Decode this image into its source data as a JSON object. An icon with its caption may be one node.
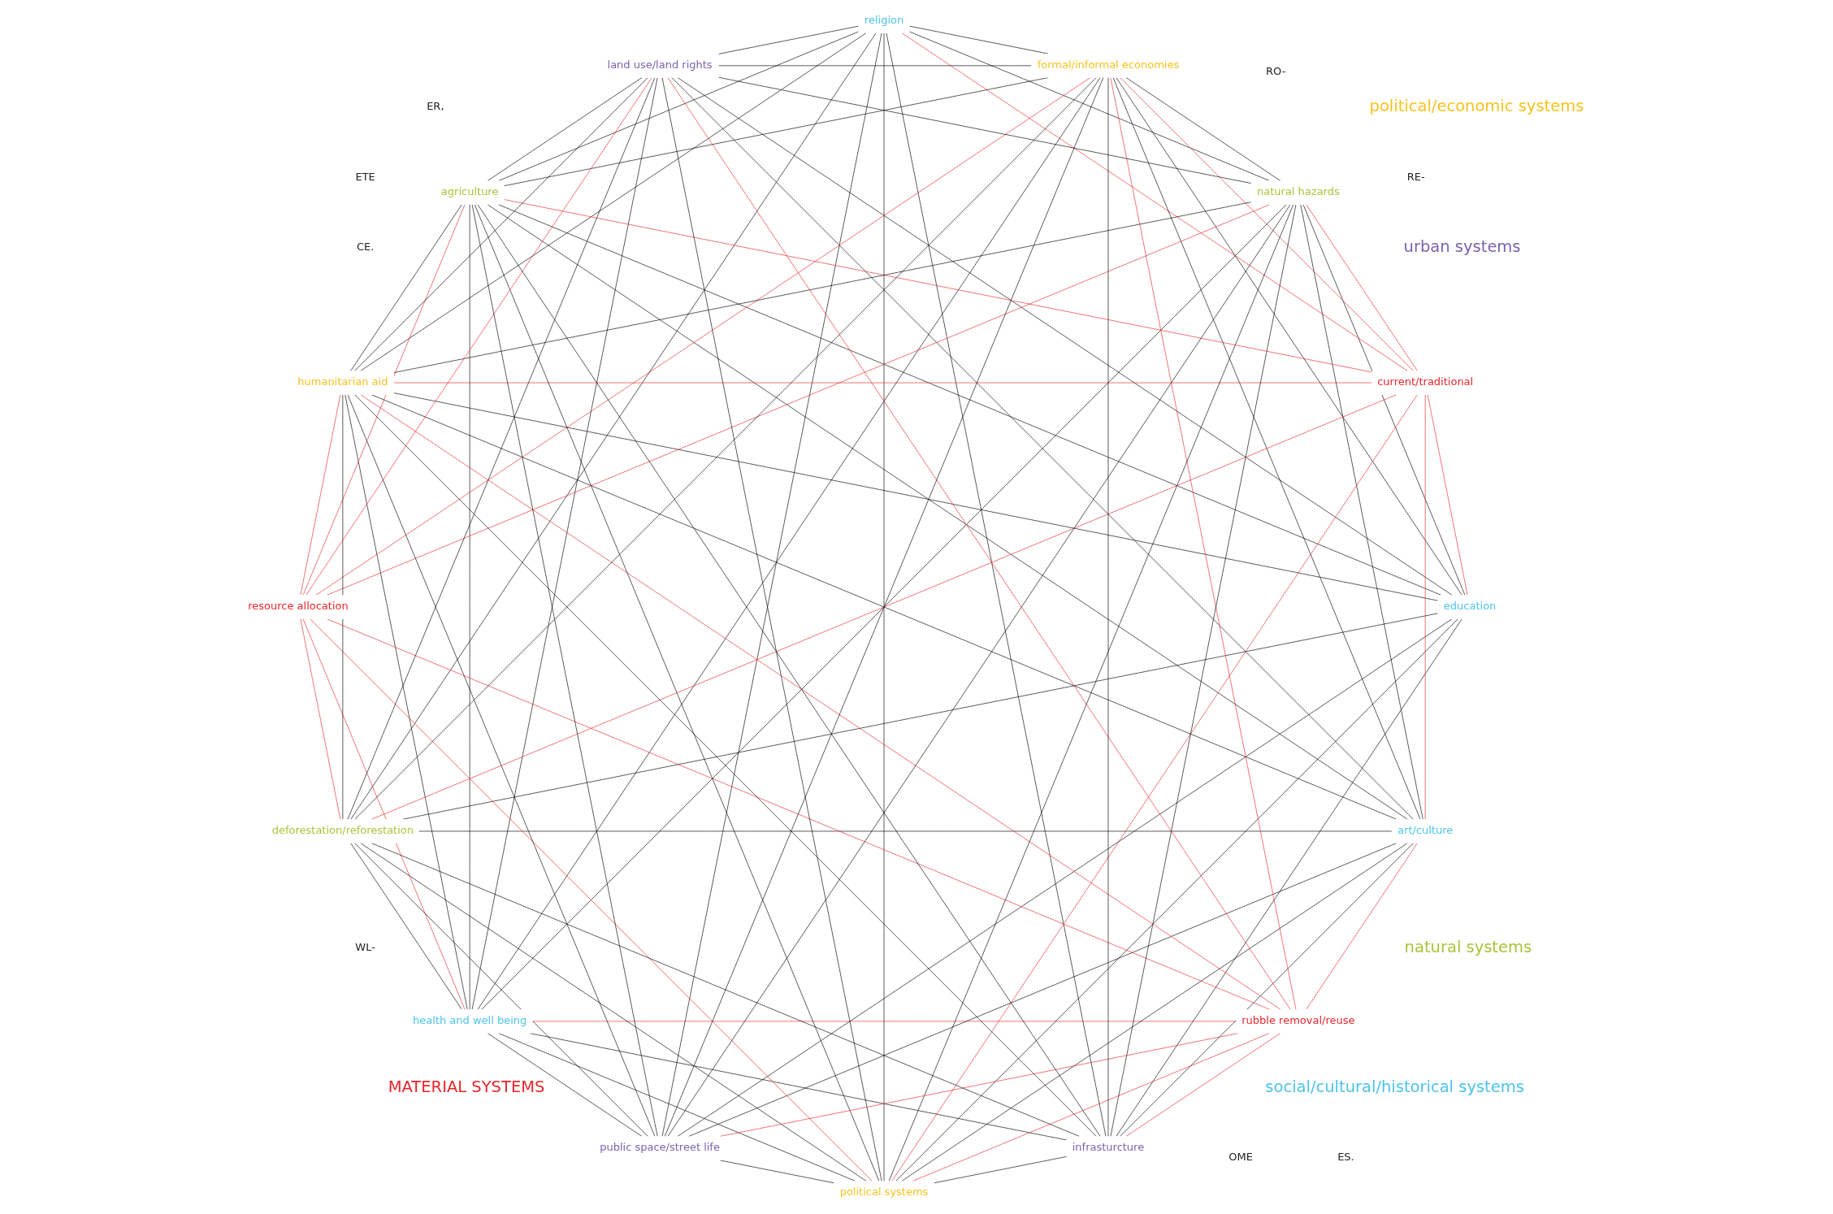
{
  "diagram": {
    "nodes": [
      {
        "text": [
          "health and well being"
        ]
      },
      {
        "text": [
          "education"
        ]
      },
      {
        "text": [
          "religion"
        ]
      },
      {
        "text": [
          "art/culture"
        ]
      },
      {
        "text": [
          "current/traditional"
        ]
      },
      {
        "text": [
          "resource allocation"
        ]
      },
      {
        "text": [
          "natural hazards"
        ]
      },
      {
        "text": [
          "agriculture"
        ]
      },
      {
        "text": [
          "deforestation/reforestation"
        ]
      },
      {
        "text": [
          "rubble removal/reuse"
        ]
      },
      {
        "text": [
          "land use/land rights"
        ]
      },
      {
        "text": [
          "public space/street life"
        ]
      },
      {
        "text": [
          "infrasturcture"
        ]
      },
      {
        "text": [
          "formal/informal economies"
        ]
      },
      {
        "text": [
          "humanitarian aid"
        ]
      },
      {
        "text": [
          "political systems"
        ]
      }
    ],
    "edges": [
      {
        "from": 0,
        "to": 6,
        "arrow": "none"
      },
      {
        "from": 0,
        "to": 7,
        "arrow": "none"
      },
      {
        "from": 0,
        "to": 8,
        "arrow": "none"
      },
      {
        "from": 1,
        "to": 6,
        "arrow": "none"
      },
      {
        "from": 1,
        "to": 7,
        "arrow": "none"
      },
      {
        "from": 1,
        "to": 8,
        "arrow": "none"
      },
      {
        "from": 2,
        "to": 6,
        "arrow": "none"
      },
      {
        "from": 2,
        "to": 7,
        "arrow": "none"
      },
      {
        "from": 2,
        "to": 8,
        "arrow": "none"
      },
      {
        "from": 3,
        "to": 6,
        "arrow": "none"
      },
      {
        "from": 3,
        "to": 7,
        "arrow": "none"
      },
      {
        "from": 3,
        "to": 8,
        "arrow": "none"
      },
      {
        "from": 0,
        "to": 10,
        "arrow": "none"
      },
      {
        "from": 0,
        "to": 11,
        "arrow": "none"
      },
      {
        "from": 0,
        "to": 12,
        "arrow": "none"
      },
      {
        "from": 1,
        "to": 10,
        "arrow": "none"
      },
      {
        "from": 1,
        "to": 11,
        "arrow": "none"
      },
      {
        "from": 1,
        "to": 12,
        "arrow": "none"
      },
      {
        "from": 2,
        "to": 10,
        "arrow": "none"
      },
      {
        "from": 2,
        "to": 11,
        "arrow": "none"
      },
      {
        "from": 2,
        "to": 12,
        "arrow": "none"
      },
      {
        "from": 3,
        "to": 10,
        "arrow": "none"
      },
      {
        "from": 3,
        "to": 11,
        "arrow": "none"
      },
      {
        "from": 3,
        "to": 12,
        "arrow": "none"
      },
      {
        "from": 0,
        "to": 13,
        "arrow": "none"
      },
      {
        "from": 0,
        "to": 14,
        "arrow": "none"
      },
      {
        "from": 0,
        "to": 15,
        "arrow": "none"
      },
      {
        "from": 1,
        "to": 13,
        "arrow": "none"
      },
      {
        "from": 1,
        "to": 14,
        "arrow": "none"
      },
      {
        "from": 1,
        "to": 15,
        "arrow": "none"
      },
      {
        "from": 2,
        "to": 13,
        "arrow": "none"
      },
      {
        "from": 2,
        "to": 14,
        "arrow": "none"
      },
      {
        "from": 2,
        "to": 15,
        "arrow": "none"
      },
      {
        "from": 3,
        "to": 13,
        "arrow": "none"
      },
      {
        "from": 3,
        "to": 14,
        "arrow": "none"
      },
      {
        "from": 3,
        "to": 15,
        "arrow": "none"
      },
      {
        "from": 10,
        "to": 6,
        "arrow": "none"
      },
      {
        "from": 10,
        "to": 7,
        "arrow": "none"
      },
      {
        "from": 10,
        "to": 8,
        "arrow": "none"
      },
      {
        "from": 11,
        "to": 6,
        "arrow": "none"
      },
      {
        "from": 11,
        "to": 7,
        "arrow": "none"
      },
      {
        "from": 11,
        "to": 8,
        "arrow": "none"
      },
      {
        "from": 12,
        "to": 6,
        "arrow": "none"
      },
      {
        "from": 12,
        "to": 7,
        "arrow": "none"
      },
      {
        "from": 12,
        "to": 8,
        "arrow": "none"
      },
      {
        "from": 10,
        "to": 13,
        "arrow": "none"
      },
      {
        "from": 10,
        "to": 14,
        "arrow": "none"
      },
      {
        "from": 10,
        "to": 15,
        "arrow": "none"
      },
      {
        "from": 11,
        "to": 13,
        "arrow": "none"
      },
      {
        "from": 11,
        "to": 14,
        "arrow": "none"
      },
      {
        "from": 11,
        "to": 15,
        "arrow": "none"
      },
      {
        "from": 12,
        "to": 13,
        "arrow": "none"
      },
      {
        "from": 12,
        "to": 14,
        "arrow": "none"
      },
      {
        "from": 12,
        "to": 15,
        "arrow": "none"
      },
      {
        "from": 6,
        "to": 13,
        "arrow": "none"
      },
      {
        "from": 6,
        "to": 14,
        "arrow": "none"
      },
      {
        "from": 6,
        "to": 15,
        "arrow": "none"
      },
      {
        "from": 7,
        "to": 13,
        "arrow": "none"
      },
      {
        "from": 7,
        "to": 14,
        "arrow": "none"
      },
      {
        "from": 7,
        "to": 15,
        "arrow": "none"
      },
      {
        "from": 8,
        "to": 13,
        "arrow": "none"
      },
      {
        "from": 8,
        "to": 14,
        "arrow": "none"
      },
      {
        "from": 8,
        "to": 15,
        "arrow": "none"
      },
      {
        "from": 1,
        "to": 4,
        "arrow": "none",
        "color": "#e8262a"
      },
      {
        "from": 2,
        "to": 4,
        "arrow": "none",
        "color": "#e8262a"
      },
      {
        "from": 3,
        "to": 4,
        "arrow": "none",
        "color": "#e8262a"
      },
      {
        "from": 4,
        "to": 6,
        "arrow": "none",
        "color": "#e8262a"
      },
      {
        "from": 4,
        "to": 7,
        "arrow": "none",
        "color": "#e8262a"
      },
      {
        "from": 4,
        "to": 8,
        "arrow": "none",
        "color": "#e8262a"
      },
      {
        "from": 4,
        "to": 13,
        "arrow": "none",
        "color": "#e8262a"
      },
      {
        "from": 4,
        "to": 14,
        "arrow": "none",
        "color": "#e8262a"
      },
      {
        "from": 4,
        "to": 15,
        "arrow": "none",
        "color": "#e8262a"
      },
      {
        "from": 0,
        "to": 5,
        "arrow": "none",
        "color": "#e8262a"
      },
      {
        "from": 10,
        "to": 5,
        "arrow": "none",
        "color": "#e8262a"
      },
      {
        "from": 5,
        "to": 6,
        "arrow": "none",
        "color": "#e8262a"
      },
      {
        "from": 5,
        "to": 7,
        "arrow": "none",
        "color": "#e8262a"
      },
      {
        "from": 5,
        "to": 8,
        "arrow": "none",
        "color": "#e8262a"
      },
      {
        "from": 5,
        "to": 13,
        "arrow": "none",
        "color": "#e8262a"
      },
      {
        "from": 5,
        "to": 14,
        "arrow": "none",
        "color": "#e8262a"
      },
      {
        "from": 5,
        "to": 15,
        "arrow": "none",
        "color": "#e8262a"
      },
      {
        "from": 0,
        "to": 9,
        "arrow": "none",
        "color": "#e8262a"
      },
      {
        "from": 3,
        "to": 9,
        "arrow": "none",
        "color": "#e8262a"
      },
      {
        "from": 10,
        "to": 9,
        "arrow": "none",
        "color": "#e8262a"
      },
      {
        "from": 11,
        "to": 9,
        "arrow": "none",
        "color": "#e8262a"
      },
      {
        "from": 12,
        "to": 9,
        "arrow": "none",
        "color": "#e8262a"
      },
      {
        "from": 9,
        "to": 13,
        "arrow": "none",
        "color": "#e8262a"
      },
      {
        "from": 9,
        "to": 14,
        "arrow": "none",
        "color": "#e8262a"
      },
      {
        "from": 9,
        "to": 15,
        "arrow": "none",
        "color": "#e8262a"
      },
      {
        "from": 9,
        "to": 5,
        "arrow": "none",
        "color": "#e8262a"
      }
    ],
    "labels": [
      "ER,",
      "RE-",
      "RO-",
      "ETE",
      "CE.",
      "WL-",
      "OME",
      "ES.",
      "social/cultural/historical systems",
      "natural systems",
      "MATERIAL SYSTEMS",
      "urban systems",
      "political/economic systems"
    ]
  }
}
